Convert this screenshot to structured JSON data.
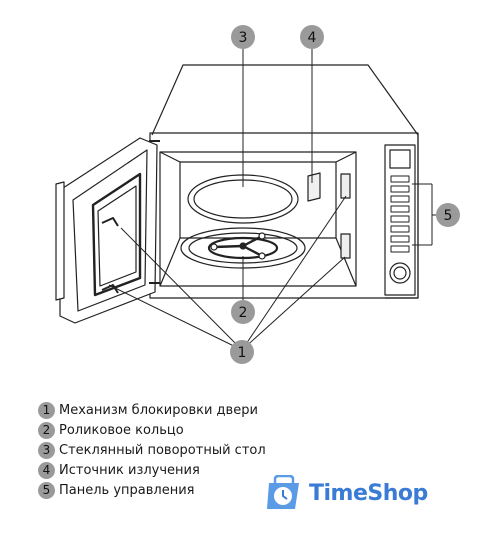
{
  "callouts": [
    {
      "num": "1",
      "label": "Механизм блокировки двери"
    },
    {
      "num": "2",
      "label": "Роликовое кольцо"
    },
    {
      "num": "3",
      "label": "Стеклянный поворотный стол"
    },
    {
      "num": "4",
      "label": "Источник излучения"
    },
    {
      "num": "5",
      "label": "Панель управления"
    }
  ],
  "watermark": {
    "text": "TimeShop"
  },
  "colors": {
    "line": "#222222",
    "callout_fill": "#9a9a9a",
    "brand": "#3a7bd5"
  }
}
